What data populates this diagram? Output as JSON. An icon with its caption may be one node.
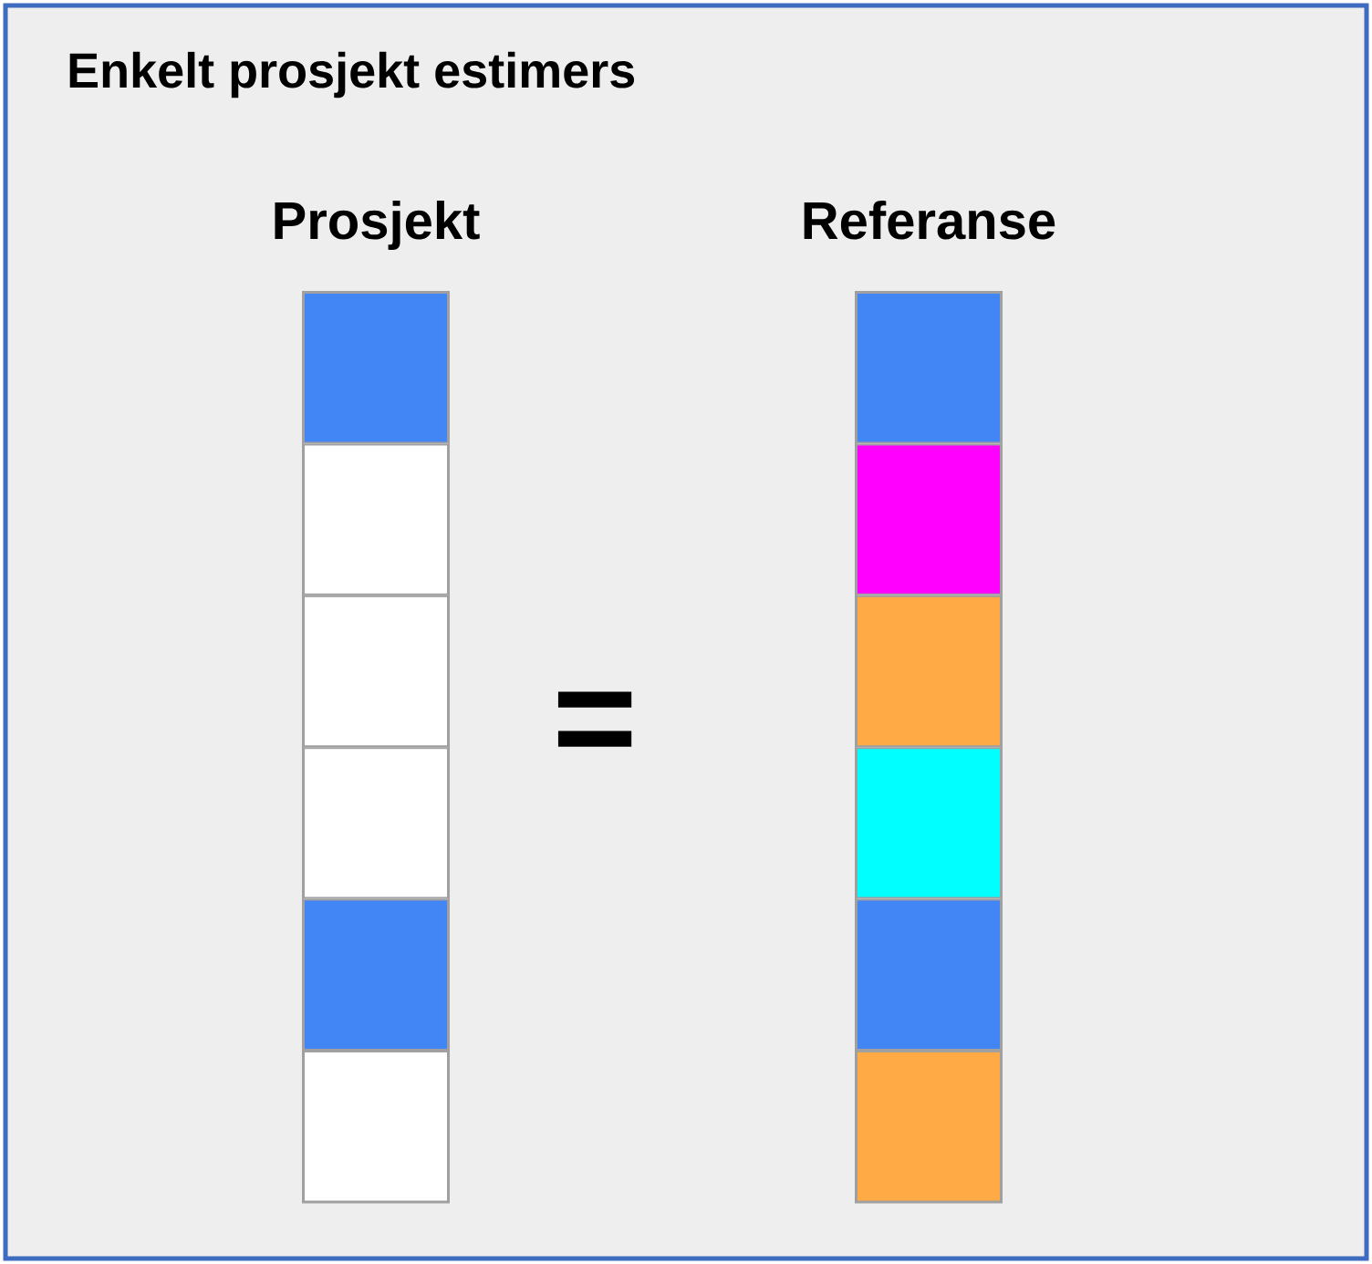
{
  "diagram": {
    "title": "Enkelt prosjekt estimers",
    "nodes": [
      {
        "text": [
          "Prosjekt"
        ]
      },
      {
        "text": [],
        "shape": "box",
        "in": 0
      },
      {
        "text": [],
        "shape": "box",
        "in": 0
      },
      {
        "text": [],
        "shape": "box",
        "in": 0
      },
      {
        "text": [],
        "shape": "box",
        "in": 0
      },
      {
        "text": [],
        "shape": "box",
        "in": 0
      },
      {
        "text": [],
        "shape": "box",
        "in": 0
      },
      {
        "text": [
          "Referanse"
        ]
      },
      {
        "text": [],
        "shape": "box",
        "in": 7
      },
      {
        "text": [],
        "shape": "box",
        "in": 7
      },
      {
        "text": [],
        "shape": "box",
        "in": 7
      },
      {
        "text": [],
        "shape": "box",
        "in": 7
      },
      {
        "text": [],
        "shape": "box",
        "in": 7
      },
      {
        "text": [],
        "shape": "box",
        "in": 7
      }
    ],
    "labels": [
      "="
    ]
  }
}
